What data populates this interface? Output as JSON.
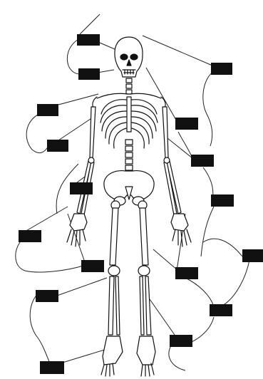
{
  "diagram": {
    "subject": "",
    "background": "#ffffff",
    "ink": "#111111",
    "label_box_fill": "#111111",
    "labels": [
      {
        "id": "box-1",
        "text": ""
      },
      {
        "id": "box-2",
        "text": ""
      },
      {
        "id": "box-3",
        "text": ""
      },
      {
        "id": "box-4",
        "text": ""
      },
      {
        "id": "box-5",
        "text": ""
      },
      {
        "id": "box-6",
        "text": ""
      },
      {
        "id": "box-7",
        "text": ""
      },
      {
        "id": "box-8",
        "text": ""
      },
      {
        "id": "box-9",
        "text": ""
      },
      {
        "id": "box-10",
        "text": ""
      },
      {
        "id": "box-11",
        "text": ""
      },
      {
        "id": "box-12",
        "text": ""
      },
      {
        "id": "box-13",
        "text": ""
      },
      {
        "id": "box-14",
        "text": ""
      },
      {
        "id": "box-15",
        "text": ""
      },
      {
        "id": "box-16",
        "text": ""
      },
      {
        "id": "box-17",
        "text": ""
      }
    ]
  }
}
